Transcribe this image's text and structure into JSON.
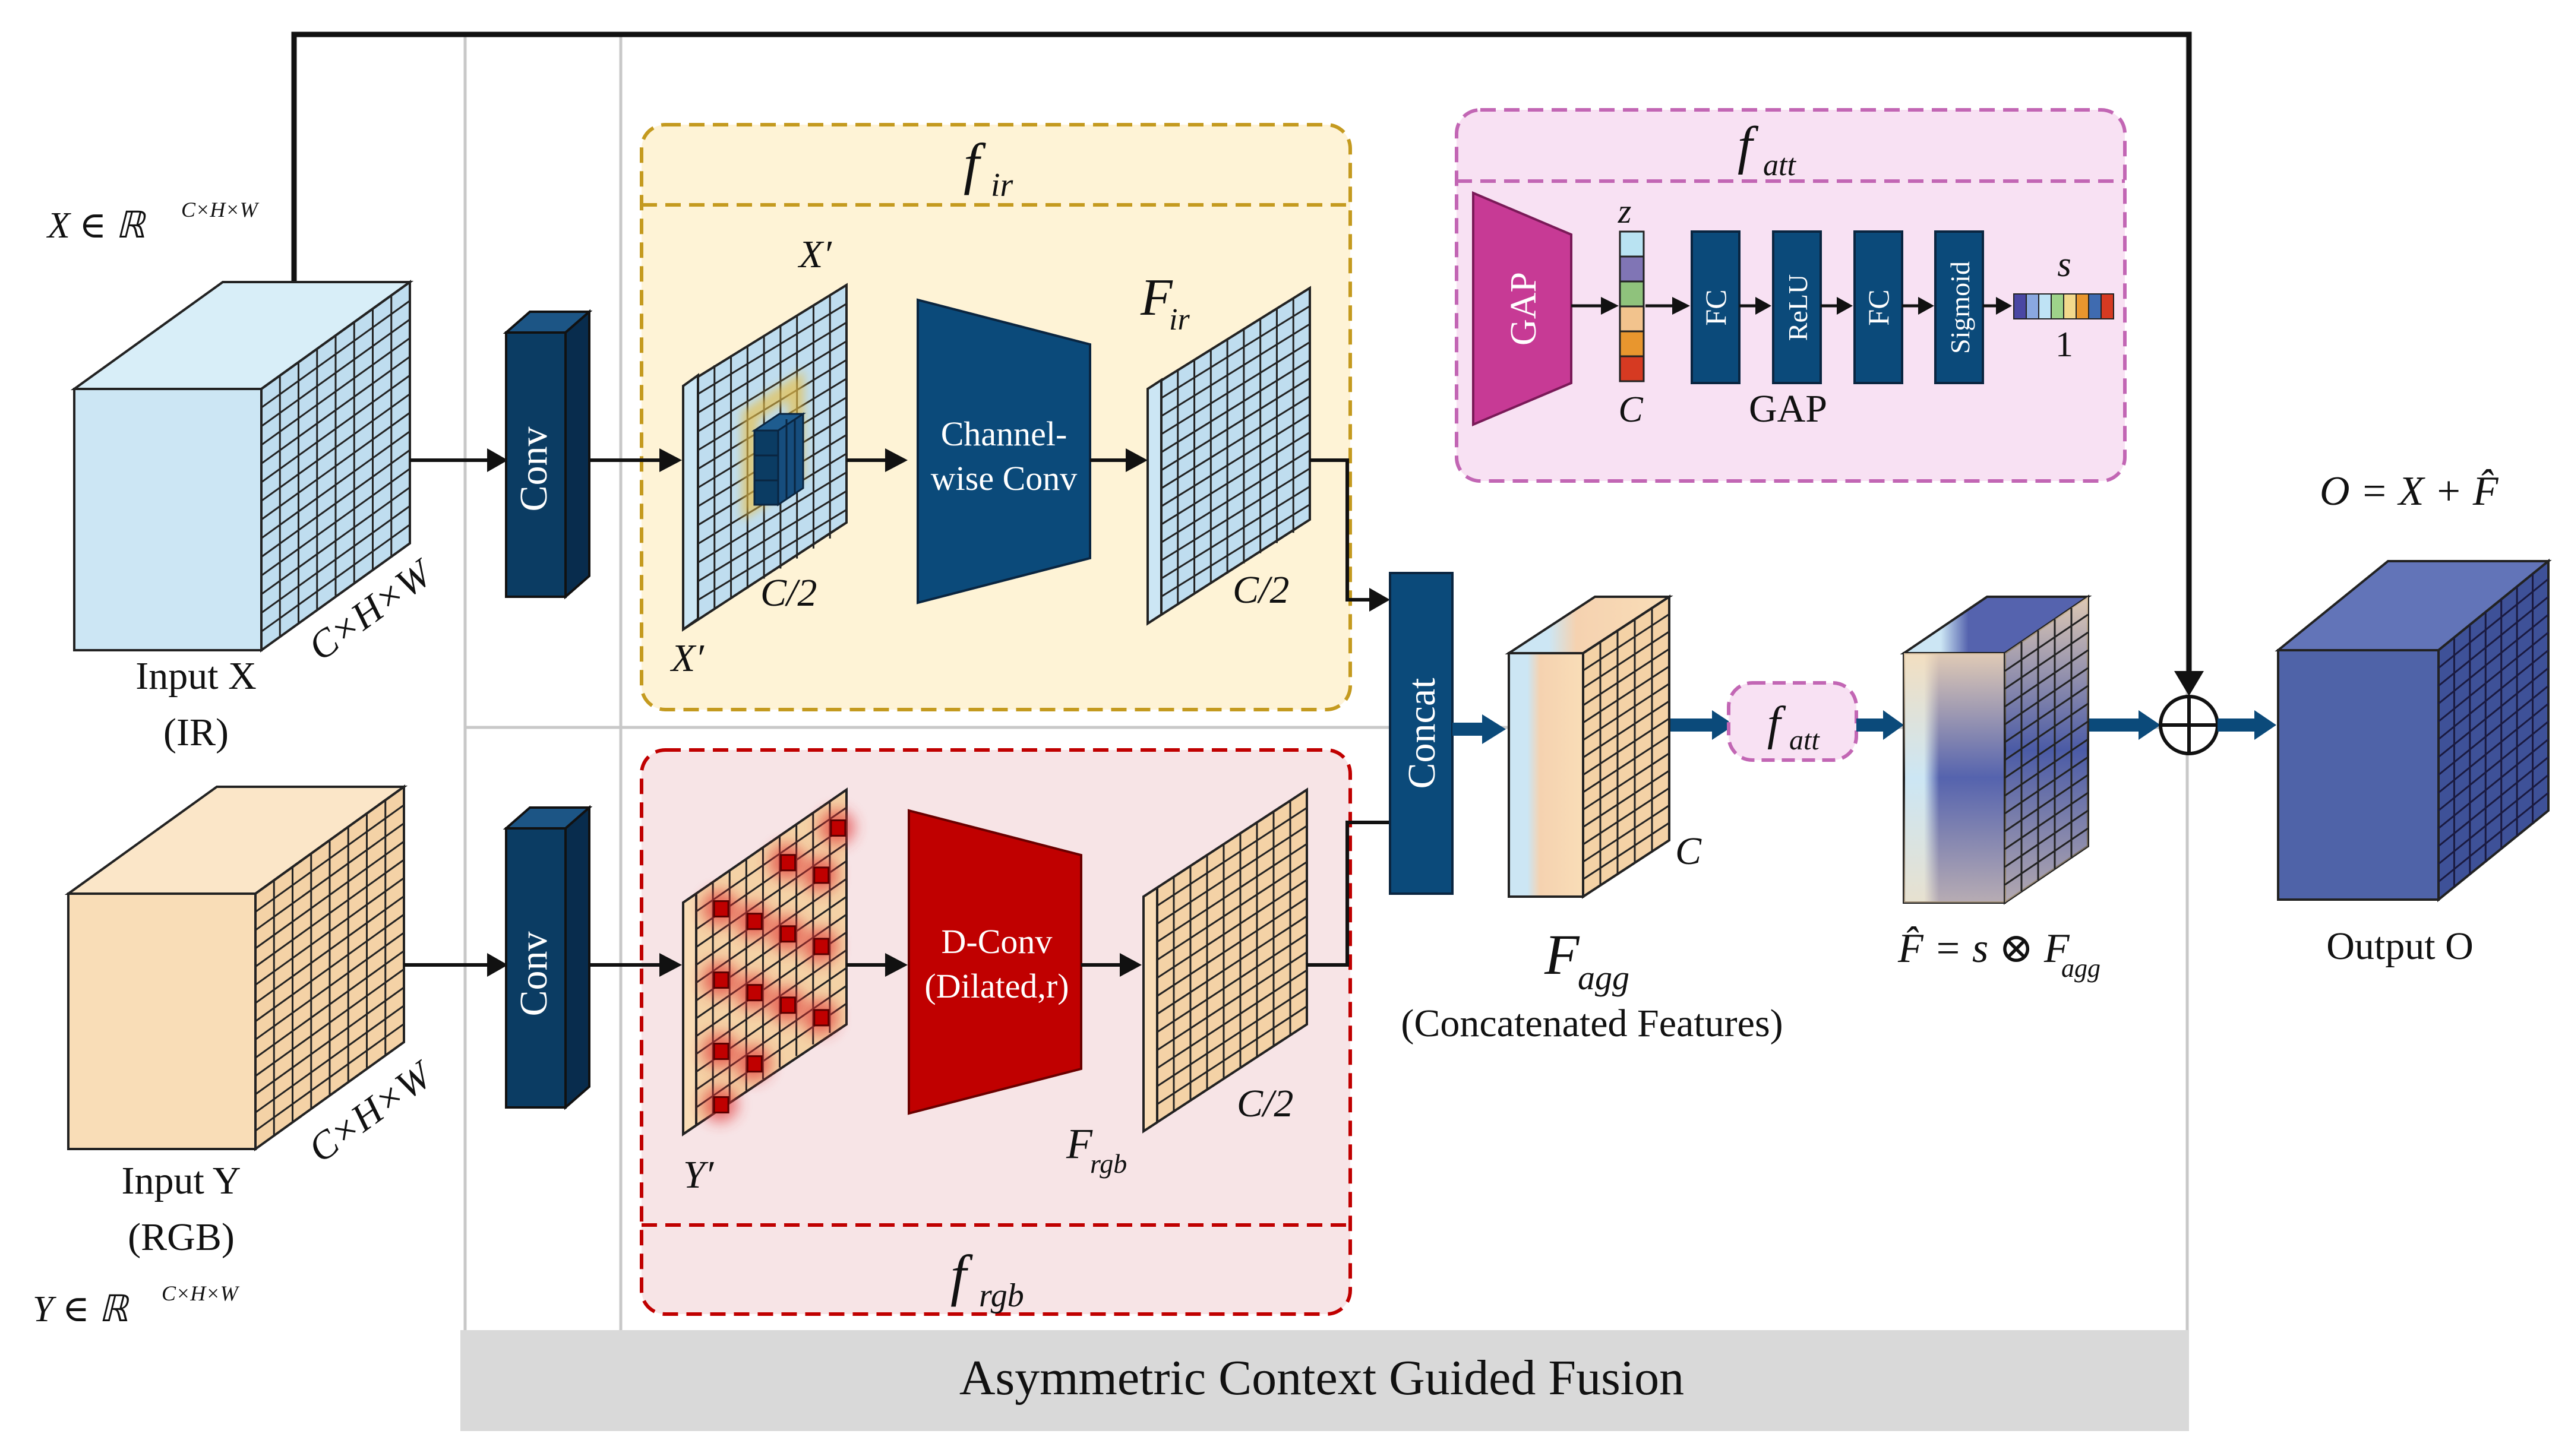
{
  "colors": {
    "navy": "#0B3C63",
    "deep_red": "#C00000",
    "magenta": "#C73A95",
    "ir_blue": "#CCE6F4",
    "rgb_peach": "#F9DDB7",
    "output_blue": "#4F63A8",
    "ir_panel_fill": "#FEF3D6",
    "ir_panel_border": "#C49A1F",
    "rgb_panel_fill": "#F7E4E6",
    "rgb_panel_border": "#C00000",
    "att_panel_fill": "#F8E1F3",
    "att_panel_border": "#C266B4",
    "footer_fill": "#D9D9D9"
  },
  "inputs": {
    "x_set": "X ∈ ℝ",
    "x_set_sup": "C×H×W",
    "x_dims": "C×H×W",
    "x_label": "Input X",
    "x_mod": "(IR)",
    "y_set": "Y ∈ ℝ",
    "y_set_sup": "C×H×W",
    "y_dims": "C×H×W",
    "y_label": "Input Y",
    "y_mod": "(RGB)"
  },
  "conv": {
    "top_label": "Conv",
    "bottom_label": "Conv"
  },
  "ir_branch": {
    "title_main": "f",
    "title_sub": "ir",
    "xprime_top": "X′",
    "xprime_bottom": "X′",
    "half_1": "C/2",
    "block_line1": "Channel-",
    "block_line2": "wise Conv",
    "out_main": "F",
    "out_sub": "ir",
    "half_2": "C/2"
  },
  "rgb_branch": {
    "title_main": "f",
    "title_sub": "rgb",
    "yprime": "Y′",
    "block_line1": "D-Conv",
    "block_line2": "(Dilated,r)",
    "out_main": "F",
    "out_sub": "rgb",
    "half": "C/2"
  },
  "attention": {
    "title_main": "f",
    "title_sub": "att",
    "gap": "GAP",
    "z": "z",
    "c": "C",
    "fc1": "FC",
    "relu": "ReLU",
    "fc2": "FC",
    "sigmoid": "Sigmoid",
    "s": "s",
    "one": "1",
    "gap_caption": "GAP",
    "z_colors": [
      "#B9E3F2",
      "#8075B5",
      "#8FC27C",
      "#F2C38D",
      "#E8962E",
      "#D63A22"
    ],
    "s_colors": [
      "#4A47A3",
      "#8AA8E0",
      "#BFE3F5",
      "#9ED38A",
      "#F2D98C",
      "#E8962E",
      "#3F6BB0",
      "#D63A22"
    ]
  },
  "fusion": {
    "concat": "Concat",
    "agg_c": "C",
    "agg_main": "F",
    "agg_sub": "agg",
    "agg_caption": "(Concatenated Features)",
    "att_small_main": "f",
    "att_small_sub": "att",
    "fhat_eq": "F̂ = s ⊗ F",
    "fhat_sub": "agg",
    "sum_eq": "O = X + F̂",
    "output_label": "Output O"
  },
  "footer": {
    "label": "Asymmetric Context Guided Fusion"
  }
}
